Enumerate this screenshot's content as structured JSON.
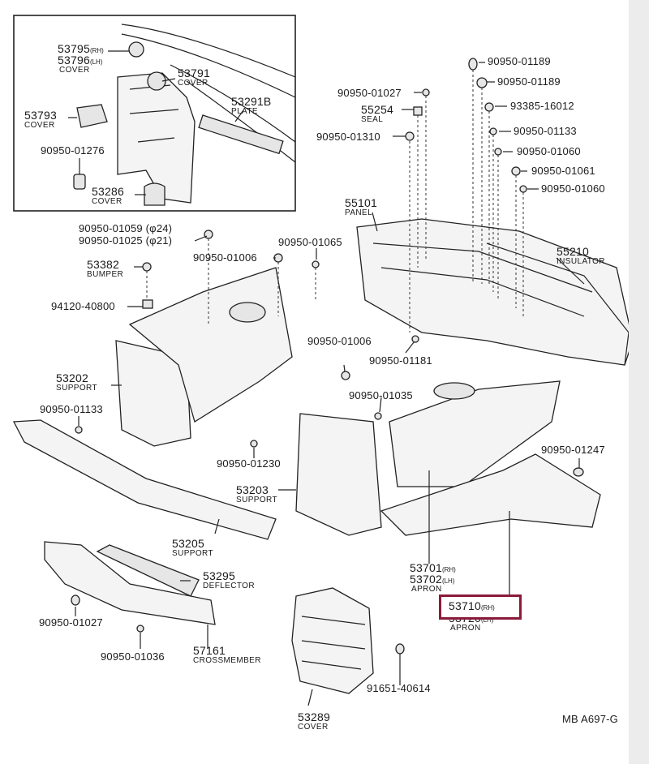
{
  "labels": {
    "l53795": {
      "num": "53795",
      "side": "(RH)"
    },
    "l53796": {
      "num": "53796",
      "side": "(LH)",
      "name": "COVER"
    },
    "l53791": {
      "num": "53791",
      "name": "COVER"
    },
    "l53793": {
      "num": "53793",
      "name": "COVER"
    },
    "l53291B": {
      "num": "53291B",
      "name": "PLATE"
    },
    "l9095001276": {
      "num": "90950-01276"
    },
    "l53286": {
      "num": "53286",
      "name": "COVER"
    },
    "l9095001027a": {
      "num": "90950-01027"
    },
    "l55254": {
      "num": "55254",
      "name": "SEAL"
    },
    "l9095001310": {
      "num": "90950-01310"
    },
    "l9095001189a": {
      "num": "90950-01189"
    },
    "l9095001189b": {
      "num": "90950-01189"
    },
    "l9338516012": {
      "num": "93385-16012"
    },
    "l9095001133a": {
      "num": "90950-01133"
    },
    "l9095001060a": {
      "num": "90950-01060"
    },
    "l9095001061": {
      "num": "90950-01061"
    },
    "l9095001060b": {
      "num": "90950-01060"
    },
    "l55101": {
      "num": "55101",
      "name": "PANEL"
    },
    "l55210": {
      "num": "55210",
      "name": "INSULATOR"
    },
    "l9095001059": {
      "num": "90950-01059",
      "note": "(φ24)"
    },
    "l9095001025": {
      "num": "90950-01025",
      "note": "(φ21)"
    },
    "l9095001065": {
      "num": "90950-01065"
    },
    "l9095001006a": {
      "num": "90950-01006"
    },
    "l53382": {
      "num": "53382",
      "name": "BUMPER"
    },
    "l9412040800": {
      "num": "94120-40800"
    },
    "l9095001006b": {
      "num": "90950-01006"
    },
    "l9095001181": {
      "num": "90950-01181"
    },
    "l53202": {
      "num": "53202",
      "name": "SUPPORT"
    },
    "l9095001035": {
      "num": "90950-01035"
    },
    "l9095001133b": {
      "num": "90950-01133"
    },
    "l9095001247": {
      "num": "90950-01247"
    },
    "l9095001230": {
      "num": "90950-01230"
    },
    "l53203": {
      "num": "53203",
      "name": "SUPPORT"
    },
    "l53205": {
      "num": "53205",
      "name": "SUPPORT"
    },
    "l53701": {
      "num": "53701",
      "side": "(RH)"
    },
    "l53702": {
      "num": "53702",
      "side": "(LH)",
      "name": "APRON"
    },
    "l53295": {
      "num": "53295",
      "name": "DEFLECTOR"
    },
    "l53710": {
      "num": "53710",
      "side": "(RH)"
    },
    "l53720": {
      "num": "53720",
      "side": "(LH)",
      "name": "APRON"
    },
    "l9095001027b": {
      "num": "90950-01027"
    },
    "l9095001036": {
      "num": "90950-01036"
    },
    "l57161": {
      "num": "57161",
      "name": "CROSSMEMBER"
    },
    "l9165140614": {
      "num": "91651-40614"
    },
    "l53289": {
      "num": "53289",
      "name": "COVER"
    }
  },
  "figure_code": "MB A697-G",
  "highlight_color": "#8b1a3a"
}
